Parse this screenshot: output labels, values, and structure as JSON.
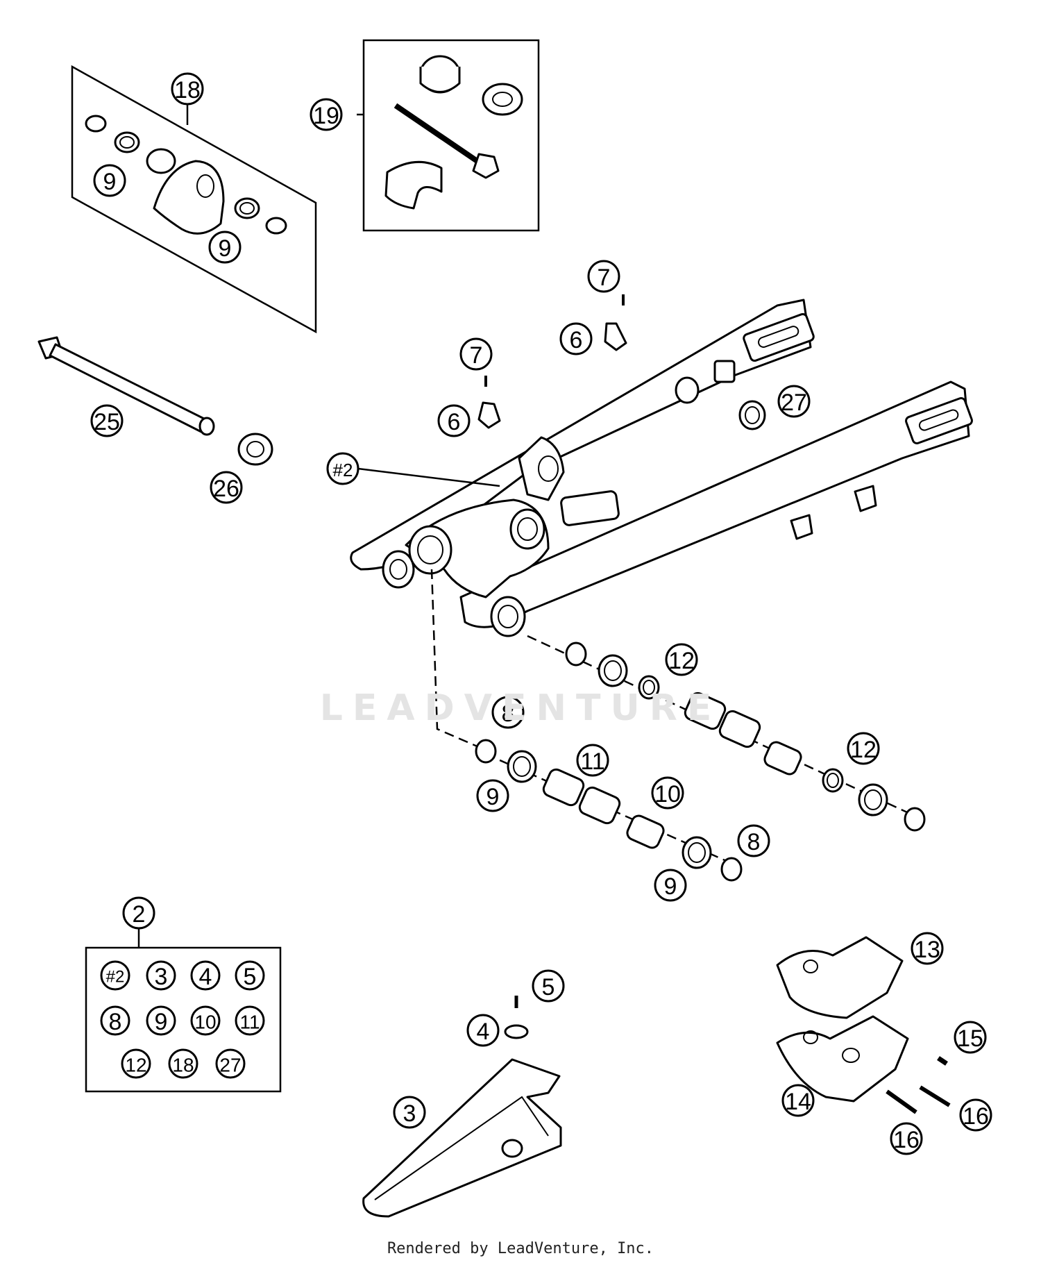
{
  "watermark": "LEADVENTURE",
  "footer": "Rendered by LeadVenture, Inc.",
  "callouts": {
    "c18": "18",
    "c19": "19",
    "c9a": "9",
    "c9b": "9",
    "c25": "25",
    "c26": "26",
    "c7a": "7",
    "c6a": "6",
    "c7b": "7",
    "c6b": "6",
    "c27": "27",
    "c2hash": "#2",
    "c12a": "12",
    "c8a": "8",
    "c11": "11",
    "c12b": "12",
    "c9c": "9",
    "c10": "10",
    "c8b": "8",
    "c9d": "9",
    "c2": "2",
    "c5": "5",
    "c4": "4",
    "c3": "3",
    "c13": "13",
    "c15": "15",
    "c14": "14",
    "c16a": "16",
    "c16b": "16"
  },
  "kit": {
    "k1": "#2",
    "k2": "3",
    "k3": "4",
    "k4": "5",
    "k5": "8",
    "k6": "9",
    "k7": "10",
    "k8": "11",
    "k9": "12",
    "k10": "18",
    "k11": "27"
  }
}
